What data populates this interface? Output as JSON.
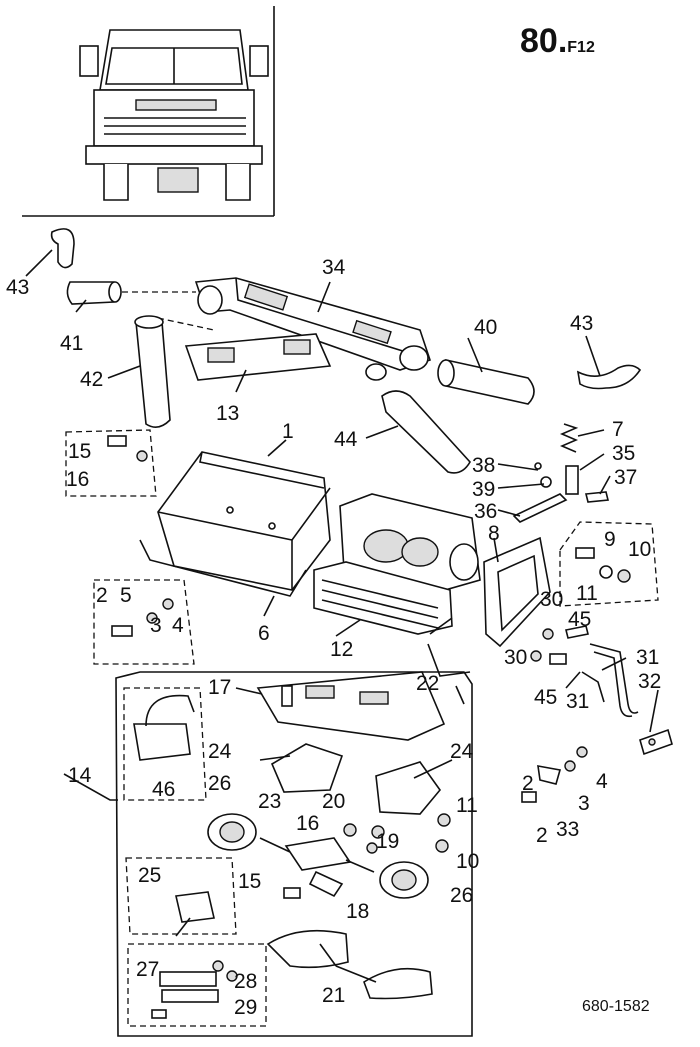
{
  "page_code": {
    "main": "80.",
    "sub": "F12"
  },
  "drawing_number": "680-1582",
  "callouts": [
    "1",
    "2",
    "3",
    "4",
    "5",
    "6",
    "7",
    "8",
    "9",
    "10",
    "11",
    "12",
    "13",
    "14",
    "15",
    "16",
    "17",
    "18",
    "19",
    "20",
    "21",
    "22",
    "23",
    "24",
    "25",
    "26",
    "27",
    "28",
    "29",
    "30",
    "31",
    "32",
    "33",
    "34",
    "35",
    "36",
    "37",
    "38",
    "39",
    "40",
    "41",
    "42",
    "43",
    "44",
    "45",
    "46"
  ]
}
